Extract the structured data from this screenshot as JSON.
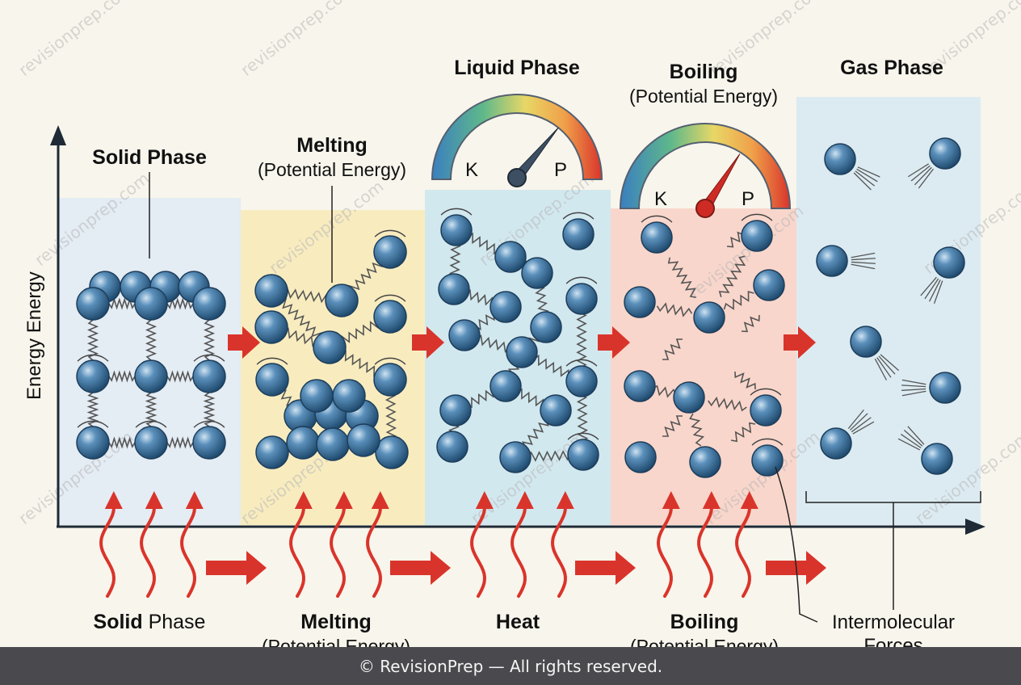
{
  "watermark": "revisionprep.com",
  "axis": {
    "y_label": "Energy Energy"
  },
  "panels": [
    {
      "title": "Solid Phase",
      "subtitle": ""
    },
    {
      "title": "Melting",
      "subtitle": "(Potential Energy)"
    },
    {
      "title": "Liquid Phase",
      "subtitle": ""
    },
    {
      "title": "Boiling",
      "subtitle": "(Potential Energy)"
    },
    {
      "title": "Gas Phase",
      "subtitle": ""
    }
  ],
  "gauges": [
    {
      "left_label": "K",
      "right_label": "P",
      "needle_level": 0.72
    },
    {
      "left_label": "K",
      "right_label": "P",
      "needle_level": 0.68
    }
  ],
  "bottom_labels": [
    {
      "bold": "Solid",
      "rest": " Phase",
      "line2": ""
    },
    {
      "bold": "Melting",
      "rest": "",
      "line2": "(Potential Energy)"
    },
    {
      "bold": "Heat",
      "rest": "",
      "line2": ""
    },
    {
      "bold": "Boiling",
      "rest": "",
      "line2": "(Potential Energy)"
    }
  ],
  "callout": {
    "line1": "Intermolecular",
    "line2": "Forces"
  },
  "footer": {
    "text": "© RevisionPrep — All rights reserved."
  },
  "colors": {
    "solid_bg": "#e4ecf4",
    "melting_bg": "#f8ecbf",
    "liquid_bg": "#d2e8ef",
    "boiling_bg": "#f9d6cb",
    "gas_bg": "#dcebf2",
    "molecule": "#3f76a2",
    "arrow_red": "#d9342b"
  }
}
